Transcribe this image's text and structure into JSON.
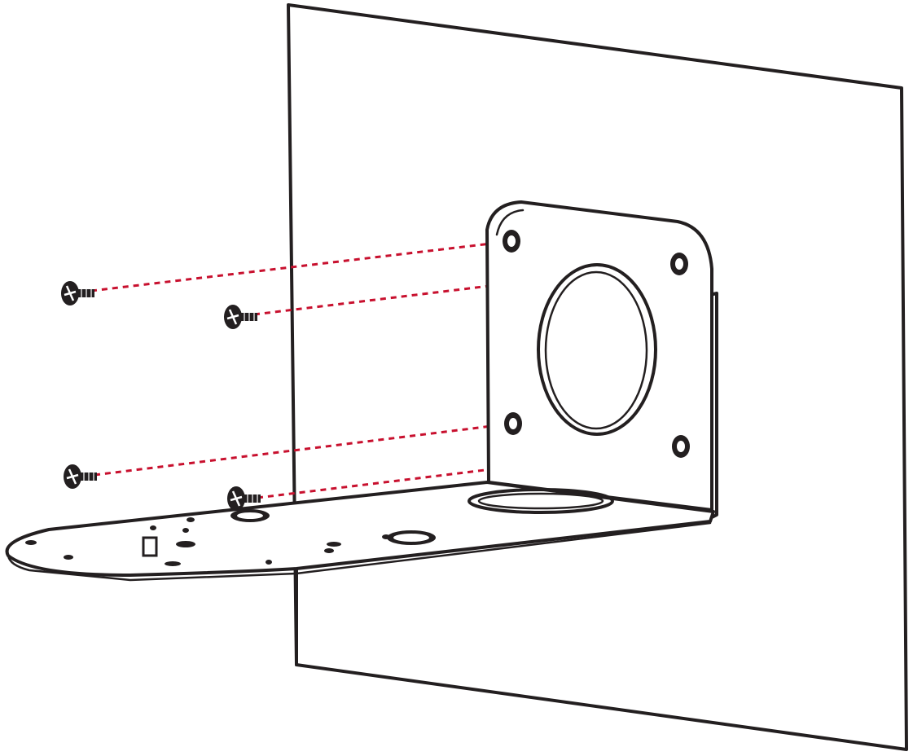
{
  "colors": {
    "line": "#231f20",
    "guide": "#c8102e",
    "background": "#ffffff"
  },
  "parts": {
    "wall": "wall-panel",
    "bracket": "l-shaped-mounting-bracket",
    "screws": [
      "screw",
      "screw",
      "screw",
      "screw"
    ],
    "mounting_holes": 4
  }
}
